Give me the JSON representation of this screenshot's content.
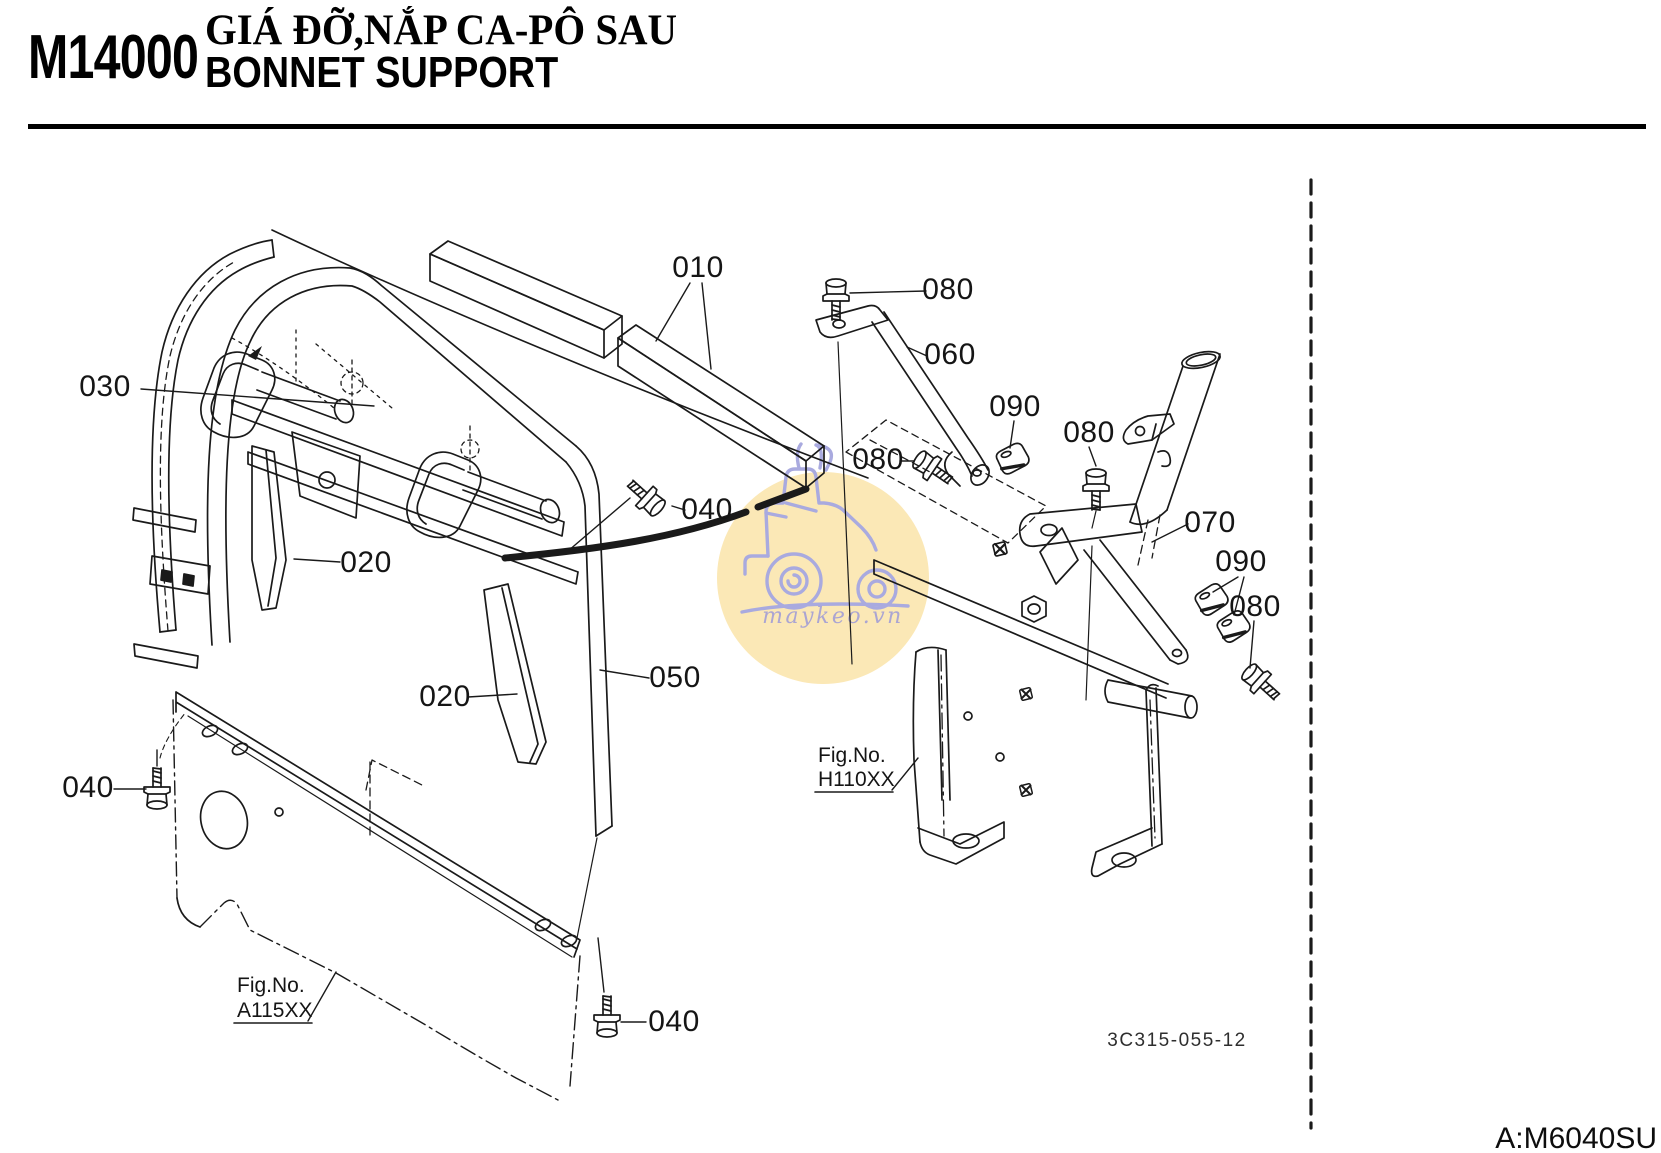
{
  "header": {
    "section_code": "M14000",
    "title_vietnamese": "GIÁ ĐỠ,NẮP CA-PÔ SAU",
    "title_english": "BONNET SUPPORT"
  },
  "codes": {
    "drawing_number": "3C315-055-12",
    "model_code": "A:M6040SU"
  },
  "figure_references": [
    {
      "label": "Fig.No.",
      "value": "A115XX"
    },
    {
      "label": "Fig.No.",
      "value": "H110XX"
    }
  ],
  "part_labels": [
    {
      "id": "010",
      "text": "010"
    },
    {
      "id": "080-top",
      "text": "080"
    },
    {
      "id": "060",
      "text": "060"
    },
    {
      "id": "090-upper",
      "text": "090"
    },
    {
      "id": "080-left",
      "text": "080"
    },
    {
      "id": "040-middle",
      "text": "040"
    },
    {
      "id": "030",
      "text": "030"
    },
    {
      "id": "020-upper",
      "text": "020"
    },
    {
      "id": "070",
      "text": "070"
    },
    {
      "id": "090-lower",
      "text": "090"
    },
    {
      "id": "080-plate",
      "text": "080"
    },
    {
      "id": "080-lower",
      "text": "080"
    },
    {
      "id": "020-lower",
      "text": "020"
    },
    {
      "id": "050",
      "text": "050"
    },
    {
      "id": "040-left",
      "text": "040"
    },
    {
      "id": "040-bottom",
      "text": "040"
    }
  ],
  "watermark": {
    "site": "maykeo.vn",
    "circle_color": "#FBE8B6",
    "line_color": "#A9AADF",
    "text_color": "#A39ED6"
  },
  "colors": {
    "ink": "#1A1A1A",
    "background": "#FFFFFF"
  }
}
